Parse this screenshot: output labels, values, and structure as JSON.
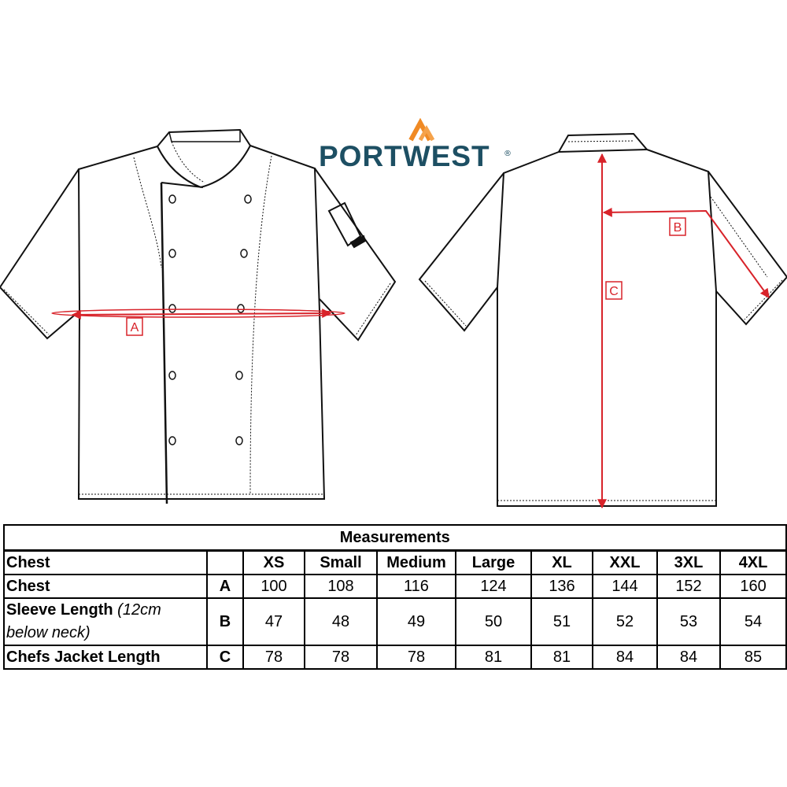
{
  "brand": {
    "name": "PORTWEST",
    "registered": "®",
    "accent": "#f08a24",
    "text_color": "#1d4f63"
  },
  "diagram": {
    "front_markers": [
      "A"
    ],
    "back_markers": [
      "B",
      "C"
    ],
    "measure_color": "#d8232a"
  },
  "table": {
    "title": "Measurements",
    "header_label": "Chest",
    "sizes": [
      "XS",
      "Small",
      "Medium",
      "Large",
      "XL",
      "XXL",
      "3XL",
      "4XL"
    ],
    "rows": [
      {
        "label": "Chest",
        "note": "",
        "code": "A",
        "values": [
          "100",
          "108",
          "116",
          "124",
          "136",
          "144",
          "152",
          "160"
        ]
      },
      {
        "label": "Sleeve Length",
        "note": "(12cm",
        "note2": "below neck)",
        "code": "B",
        "values": [
          "47",
          "48",
          "49",
          "50",
          "51",
          "52",
          "53",
          "54"
        ]
      },
      {
        "label": "Chefs Jacket Length",
        "note": "",
        "code": "C",
        "values": [
          "78",
          "78",
          "78",
          "81",
          "81",
          "84",
          "84",
          "85"
        ]
      }
    ]
  }
}
